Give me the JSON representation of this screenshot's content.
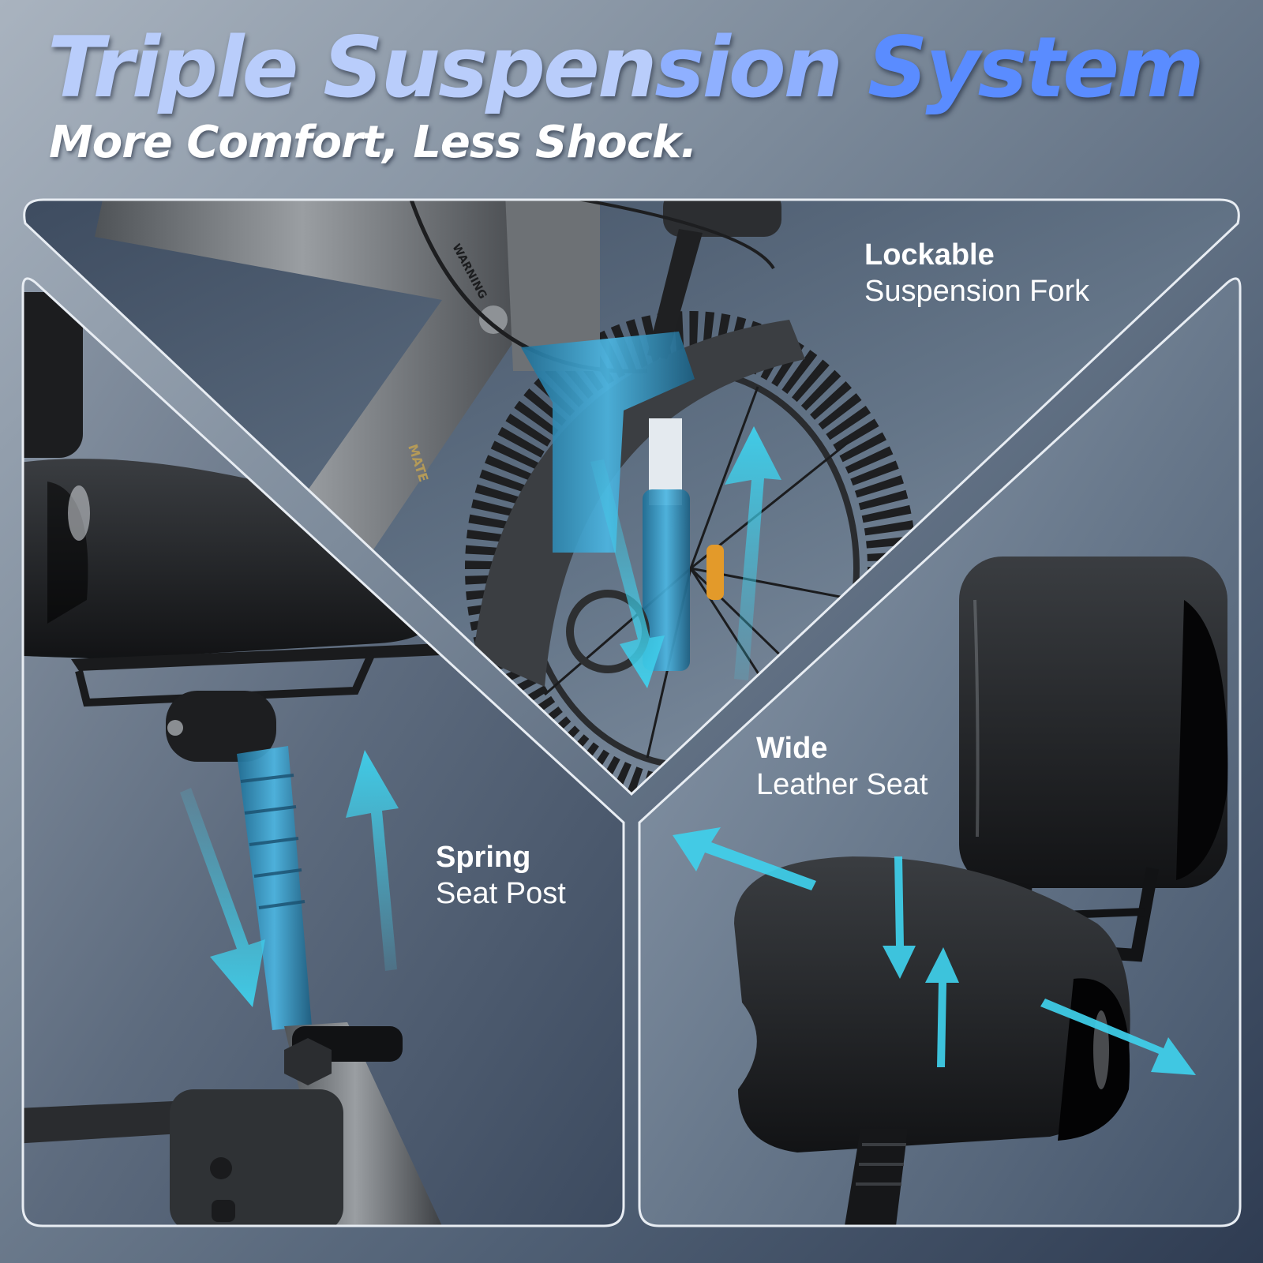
{
  "header": {
    "title_part1": "Triple Suspen",
    "title_part2": "sion ",
    "title_part3": "System",
    "subtitle": "More Comfort, Less Shock."
  },
  "features": [
    {
      "strong": "Lockable",
      "light": "Suspension Fork"
    },
    {
      "strong": "Spring",
      "light": "Seat Post"
    },
    {
      "strong": "Wide",
      "light": "Leather Seat"
    }
  ],
  "fork_text": {
    "warning": "WARNING",
    "brand": "MATE"
  },
  "colors": {
    "title_light": "#b9cdfb",
    "title_strong": "#5a8cff",
    "accent_arrow": "#3fd0ec",
    "panel_border": "#e8edf3"
  }
}
